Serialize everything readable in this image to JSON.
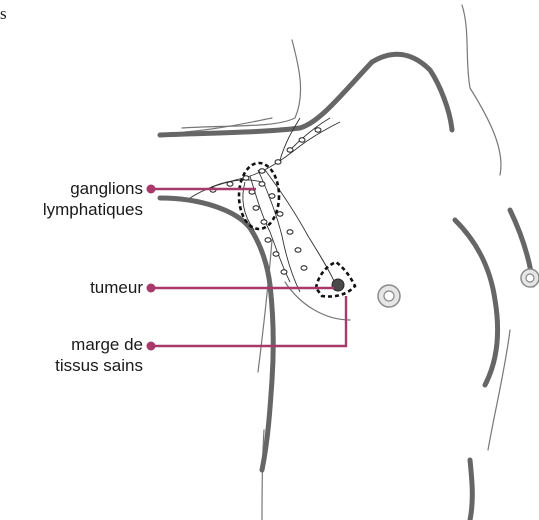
{
  "corner_text": "s",
  "accent_color": "#a8396b",
  "outline_color": "#6b6b6b",
  "labels": {
    "nodes_line1": "ganglions",
    "nodes_line2": "lymphatiques",
    "tumor": "tumeur",
    "margin_line1": "marge de",
    "margin_line2": "tissus sains"
  }
}
